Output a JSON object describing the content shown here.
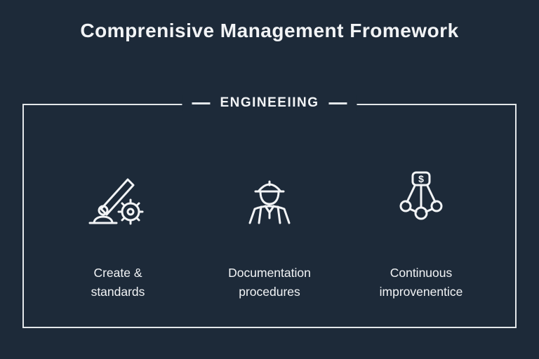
{
  "title": "Comprenisive Management Fromework",
  "section_label": "ENGINEEIING",
  "icon_dollar": "$",
  "columns": [
    {
      "icon": "lever-gear",
      "line1": "Create &",
      "line2": "standards"
    },
    {
      "icon": "engineer-hardhat",
      "line1": "Documentation",
      "line2": "procedures"
    },
    {
      "icon": "pendulum-dollar",
      "line1": "Continuous",
      "line2": "improvenentice"
    }
  ],
  "colors": {
    "background": "#1d2a39",
    "text": "#f2f4f6",
    "border": "#e3e7ea"
  }
}
